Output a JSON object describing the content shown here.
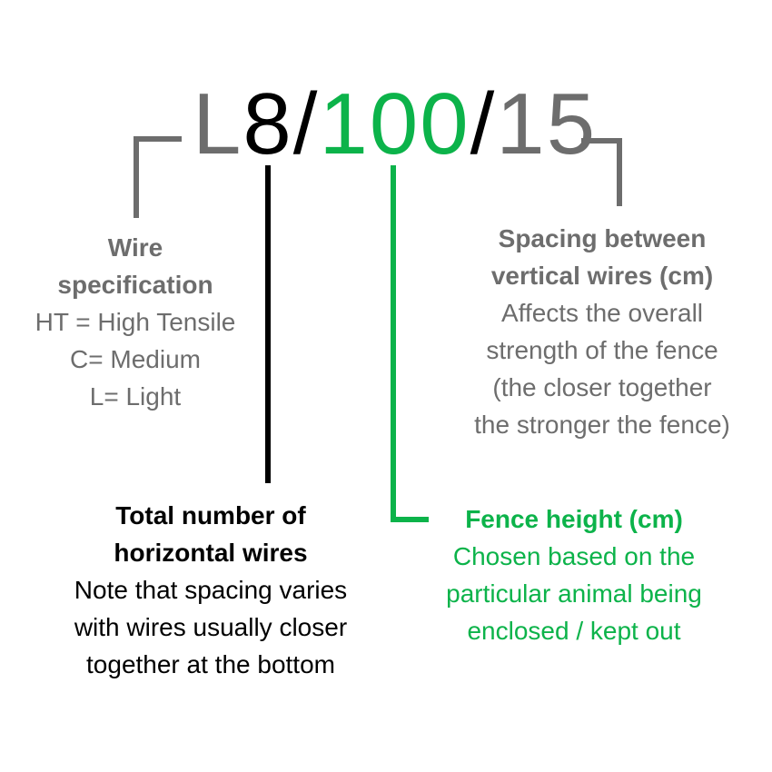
{
  "code": {
    "part_letter": "L",
    "part_wires": "8",
    "sep1": "/",
    "part_height": "100",
    "sep2": "/",
    "part_spacing": "15"
  },
  "colors": {
    "gray": "#6d6d6d",
    "black": "#000000",
    "green": "#0cb34a"
  },
  "wire_spec": {
    "heading": [
      "Wire",
      "specification"
    ],
    "lines": [
      "HT = High Tensile",
      "C= Medium",
      "L= Light"
    ]
  },
  "spacing": {
    "heading": [
      "Spacing between",
      "vertical wires (cm)"
    ],
    "lines": [
      "Affects the overall",
      "strength of the fence",
      "(the closer together",
      "the stronger the fence)"
    ]
  },
  "horizontal": {
    "heading": [
      "Total number of",
      "horizontal wires"
    ],
    "lines": [
      "Note that spacing varies",
      "with wires usually closer",
      "together at the bottom"
    ]
  },
  "height": {
    "heading": [
      "Fence height (cm)"
    ],
    "lines": [
      "Chosen based on the",
      "particular animal being",
      "enclosed / kept out"
    ]
  }
}
